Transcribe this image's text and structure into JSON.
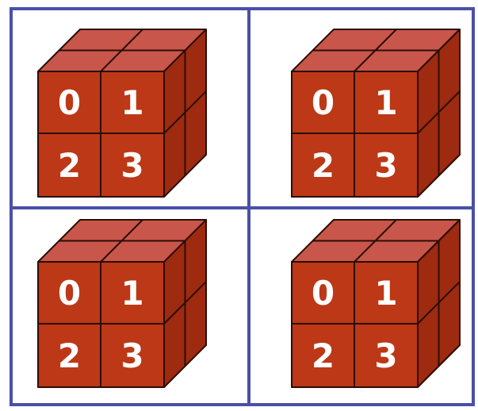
{
  "colors": {
    "background": "#ffffff",
    "grid_line": "#4a50a8",
    "cube_front": "#bc3816",
    "cube_top": "#c9564a",
    "cube_side": "#9e2a10",
    "edge": "#2b0d06",
    "label": "#ffffff"
  },
  "panels": [
    {
      "id": "top-left",
      "labels": [
        "0",
        "1",
        "2",
        "3"
      ]
    },
    {
      "id": "top-right",
      "labels": [
        "0",
        "1",
        "2",
        "3"
      ]
    },
    {
      "id": "bottom-left",
      "labels": [
        "0",
        "1",
        "2",
        "3"
      ]
    },
    {
      "id": "bottom-right",
      "labels": [
        "0",
        "1",
        "2",
        "3"
      ]
    }
  ]
}
